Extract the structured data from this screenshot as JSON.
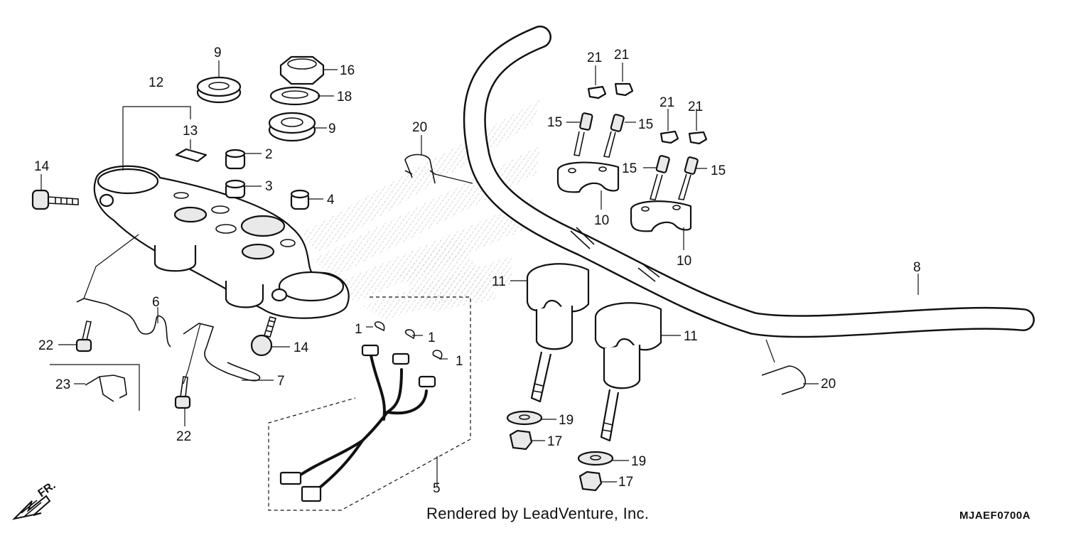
{
  "figure": {
    "credit": "Rendered by LeadVenture, Inc.",
    "diagram_code": "MJAEF0700A",
    "front_marker": "FR."
  },
  "callouts": [
    {
      "id": "c1a",
      "text": "1"
    },
    {
      "id": "c1b",
      "text": "1"
    },
    {
      "id": "c1c",
      "text": "1"
    },
    {
      "id": "c2",
      "text": "2"
    },
    {
      "id": "c3",
      "text": "3"
    },
    {
      "id": "c4",
      "text": "4"
    },
    {
      "id": "c5",
      "text": "5"
    },
    {
      "id": "c6",
      "text": "6"
    },
    {
      "id": "c7",
      "text": "7"
    },
    {
      "id": "c8",
      "text": "8"
    },
    {
      "id": "c9a",
      "text": "9"
    },
    {
      "id": "c9b",
      "text": "9"
    },
    {
      "id": "c10a",
      "text": "10"
    },
    {
      "id": "c10b",
      "text": "10"
    },
    {
      "id": "c11a",
      "text": "11"
    },
    {
      "id": "c11b",
      "text": "11"
    },
    {
      "id": "c12",
      "text": "12"
    },
    {
      "id": "c13",
      "text": "13"
    },
    {
      "id": "c14a",
      "text": "14"
    },
    {
      "id": "c14b",
      "text": "14"
    },
    {
      "id": "c15a",
      "text": "15"
    },
    {
      "id": "c15b",
      "text": "15"
    },
    {
      "id": "c15c",
      "text": "15"
    },
    {
      "id": "c15d",
      "text": "15"
    },
    {
      "id": "c16",
      "text": "16"
    },
    {
      "id": "c17a",
      "text": "17"
    },
    {
      "id": "c17b",
      "text": "17"
    },
    {
      "id": "c18",
      "text": "18"
    },
    {
      "id": "c19a",
      "text": "19"
    },
    {
      "id": "c19b",
      "text": "19"
    },
    {
      "id": "c20a",
      "text": "20"
    },
    {
      "id": "c20b",
      "text": "20"
    },
    {
      "id": "c21a",
      "text": "21"
    },
    {
      "id": "c21b",
      "text": "21"
    },
    {
      "id": "c21c",
      "text": "21"
    },
    {
      "id": "c21d",
      "text": "21"
    },
    {
      "id": "c22a",
      "text": "22"
    },
    {
      "id": "c22b",
      "text": "22"
    },
    {
      "id": "c23",
      "text": "23"
    }
  ]
}
